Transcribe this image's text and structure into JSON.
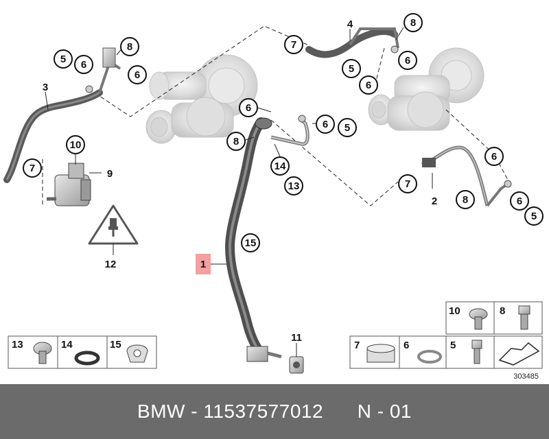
{
  "diagram": {
    "ref_number": "303485",
    "callouts": {
      "c1": "1",
      "c2": "2",
      "c3": "3",
      "c4": "4",
      "c5a": "5",
      "c5b": "5",
      "c5c": "5",
      "c5d": "5",
      "c6a": "6",
      "c6b": "6",
      "c6c": "6",
      "c6d": "6",
      "c6e": "6",
      "c6f": "6",
      "c6g": "6",
      "c6h": "6",
      "c7a": "7",
      "c7b": "7",
      "c7c": "7",
      "c8a": "8",
      "c8b": "8",
      "c8c": "8",
      "c8d": "8",
      "c9": "9",
      "c10": "10",
      "c11": "11",
      "c12": "12",
      "c14": "14",
      "c13": "13",
      "c15": "15"
    },
    "legend_left": {
      "p13": "13",
      "p14": "14",
      "p15": "15"
    },
    "legend_right": {
      "p10": "10",
      "p8": "8",
      "p7": "7",
      "p6": "6",
      "p5": "5"
    }
  },
  "footer": {
    "text": "BMW - 11537577012      N - 01"
  },
  "colors": {
    "highlight": "#f2a0a0",
    "hose": "#5a5a5a",
    "footer_bg": "#6b6b6b"
  }
}
